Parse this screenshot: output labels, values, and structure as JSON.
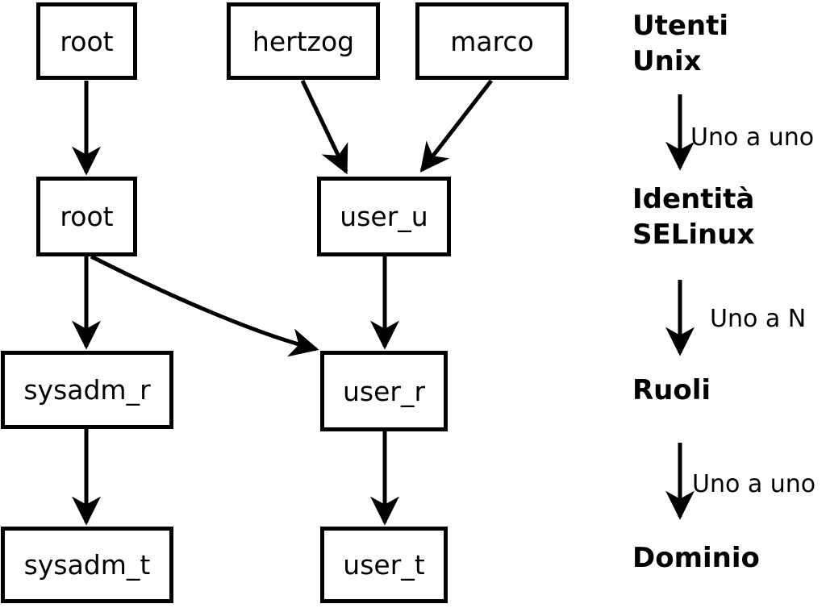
{
  "diagram": {
    "boxes": [
      {
        "label": "root"
      },
      {
        "label": "hertzog"
      },
      {
        "label": "marco"
      },
      {
        "label": "root"
      },
      {
        "label": "user_u"
      },
      {
        "label": "sysadm_r"
      },
      {
        "label": "user_r"
      },
      {
        "label": "sysadm_t"
      },
      {
        "label": "user_t"
      }
    ],
    "legend": {
      "levels": [
        "Utenti\nUnix",
        "Identità\nSELinux",
        "Ruoli",
        "Dominio"
      ],
      "arrow_labels": [
        "Uno a uno",
        "Uno a N",
        "Uno a uno"
      ]
    },
    "colors": {
      "foreground": "#000000",
      "background": "#ffffff"
    }
  }
}
